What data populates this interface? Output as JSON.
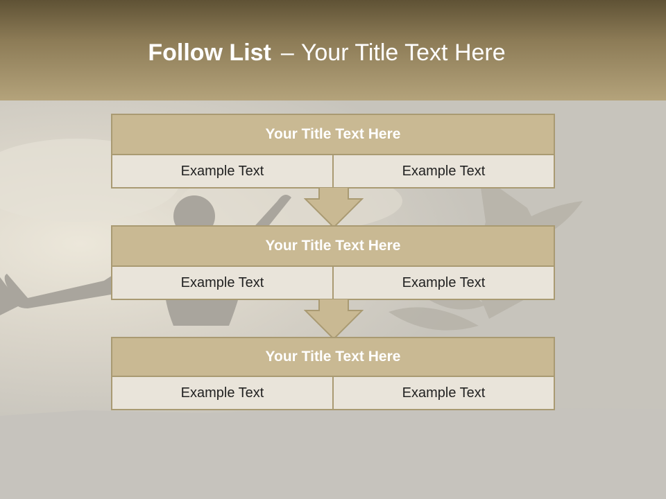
{
  "slide": {
    "title_bold": "Follow List",
    "title_dash": "–",
    "title_rest": "Your Title Text Here"
  },
  "blocks": [
    {
      "title": "Your Title Text Here",
      "left": "Example Text",
      "right": "Example Text"
    },
    {
      "title": "Your Title Text Here",
      "left": "Example Text",
      "right": "Example Text"
    },
    {
      "title": "Your Title Text Here",
      "left": "Example Text",
      "right": "Example Text"
    }
  ],
  "colors": {
    "header_dark": "#5f5235",
    "header_light": "#b4a37b",
    "block_title_fill": "#c9b993",
    "block_border": "#a99a72",
    "cell_fill": "#e9e4da",
    "background": "#c9c7c1"
  }
}
